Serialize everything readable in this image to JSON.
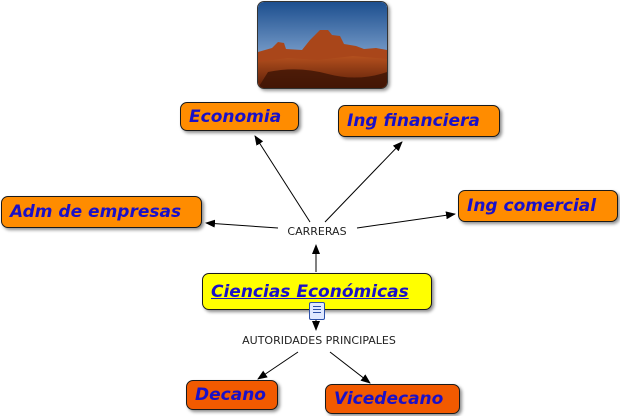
{
  "concept_map": {
    "center": "Ciencias Económicas",
    "link_carreras": "CARRERAS",
    "link_autoridades": "AUTORIDADES PRINCIPALES",
    "carreras": {
      "economia": "Economia",
      "ing_financiera": "Ing financiera",
      "adm_empresas": "Adm de empresas",
      "ing_comercial": "Ing comercial"
    },
    "autoridades": {
      "decano": "Decano",
      "vicedecano": "Vicedecano"
    }
  },
  "colors": {
    "carrera_fill": "#ff8c00",
    "autoridad_fill": "#f25a00",
    "center_fill": "#ffff00",
    "text": "#1a10c8"
  },
  "icons": [
    "desert-landscape-image",
    "document-icon"
  ]
}
